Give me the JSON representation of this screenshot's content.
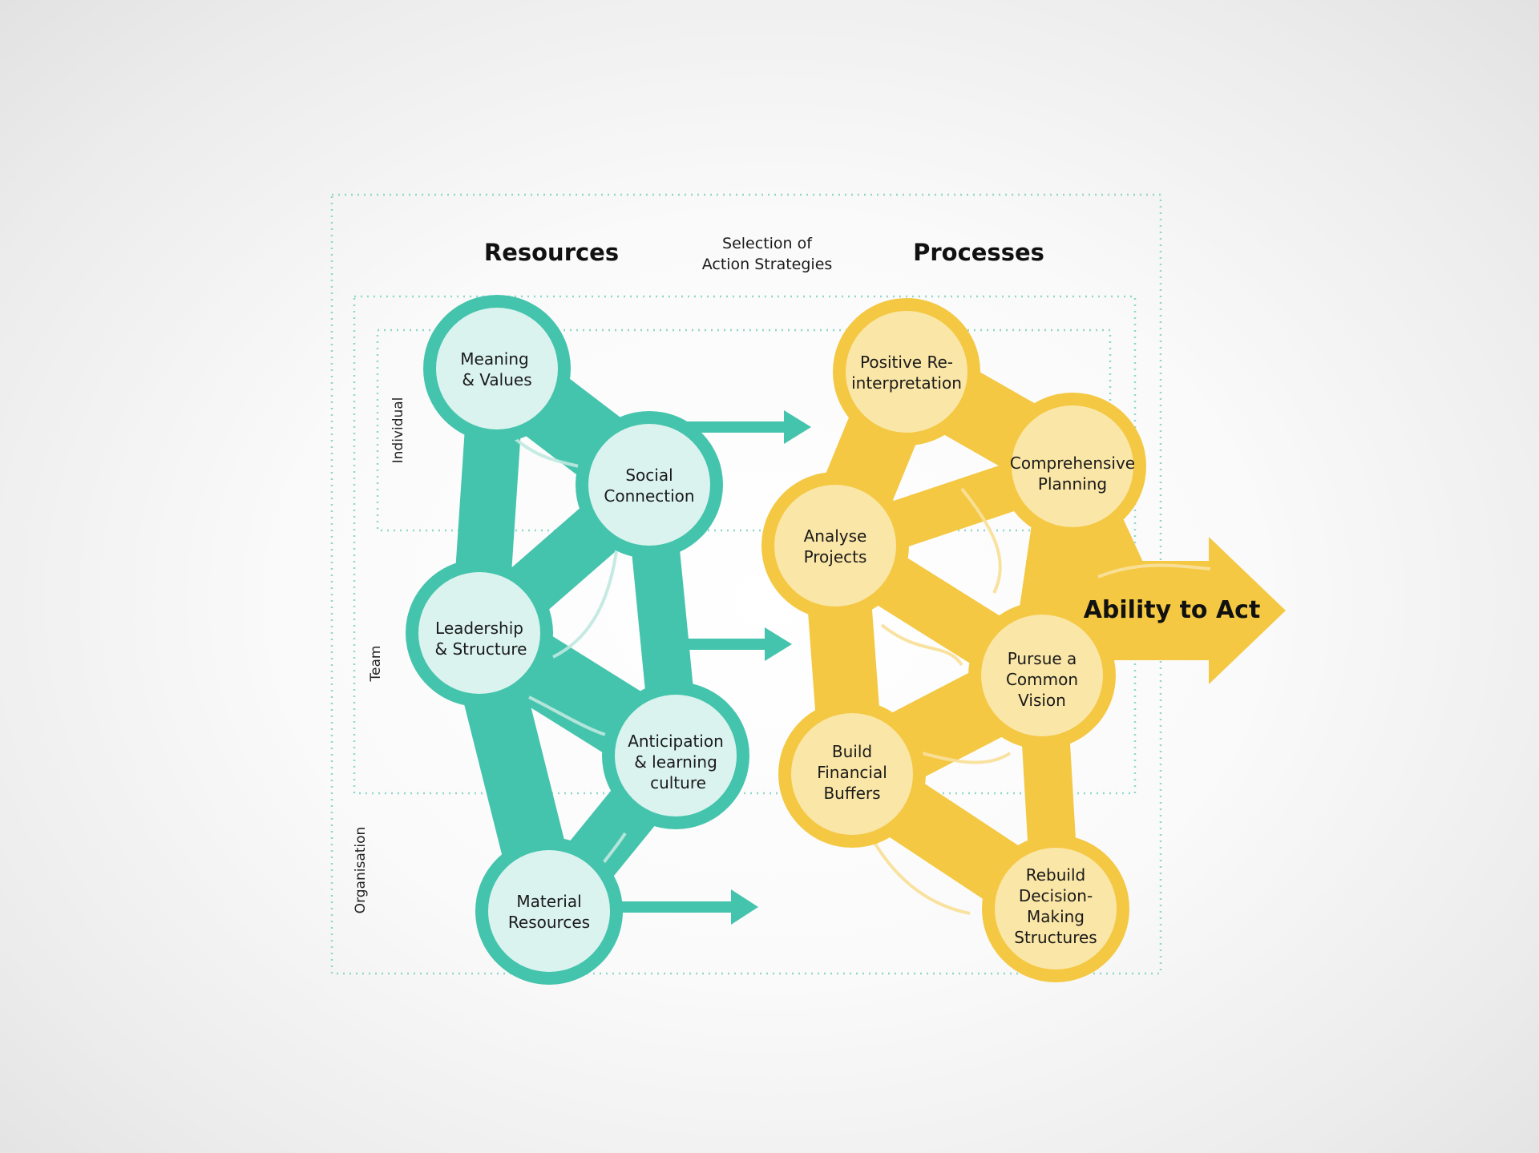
{
  "headings": {
    "resources": "Resources",
    "selection_line1": "Selection of",
    "selection_line2": "Action Strategies",
    "processes": "Processes"
  },
  "levels": {
    "individual": "Individual",
    "team": "Team",
    "organisation": "Organisation"
  },
  "resources": [
    {
      "line1": "Meaning",
      "line2": "& Values",
      "line3": ""
    },
    {
      "line1": "Social",
      "line2": "Connection",
      "line3": ""
    },
    {
      "line1": "Leadership",
      "line2": "& Structure",
      "line3": ""
    },
    {
      "line1": "Anticipation",
      "line2": "& learning",
      "line3": "culture"
    },
    {
      "line1": "Material",
      "line2": "Resources",
      "line3": ""
    }
  ],
  "processes": [
    {
      "line1": "Positive Re-",
      "line2": "interpretation",
      "line3": "",
      "line4": ""
    },
    {
      "line1": "Comprehensive",
      "line2": "Planning",
      "line3": "",
      "line4": ""
    },
    {
      "line1": "Analyse",
      "line2": "Projects",
      "line3": "",
      "line4": ""
    },
    {
      "line1": "Pursue a",
      "line2": "Common",
      "line3": "Vision",
      "line4": ""
    },
    {
      "line1": "Build",
      "line2": "Financial",
      "line3": "Buffers",
      "line4": ""
    },
    {
      "line1": "Rebuild",
      "line2": "Decision-",
      "line3": "Making",
      "line4": "Structures"
    }
  ],
  "outcome": "Ability to Act",
  "colors": {
    "teal": "#45c4ad",
    "teal_light": "#daf3ee",
    "yellow": "#f4c842",
    "yellow_light": "#fae6a6",
    "dotted": "#8fd8c8"
  }
}
